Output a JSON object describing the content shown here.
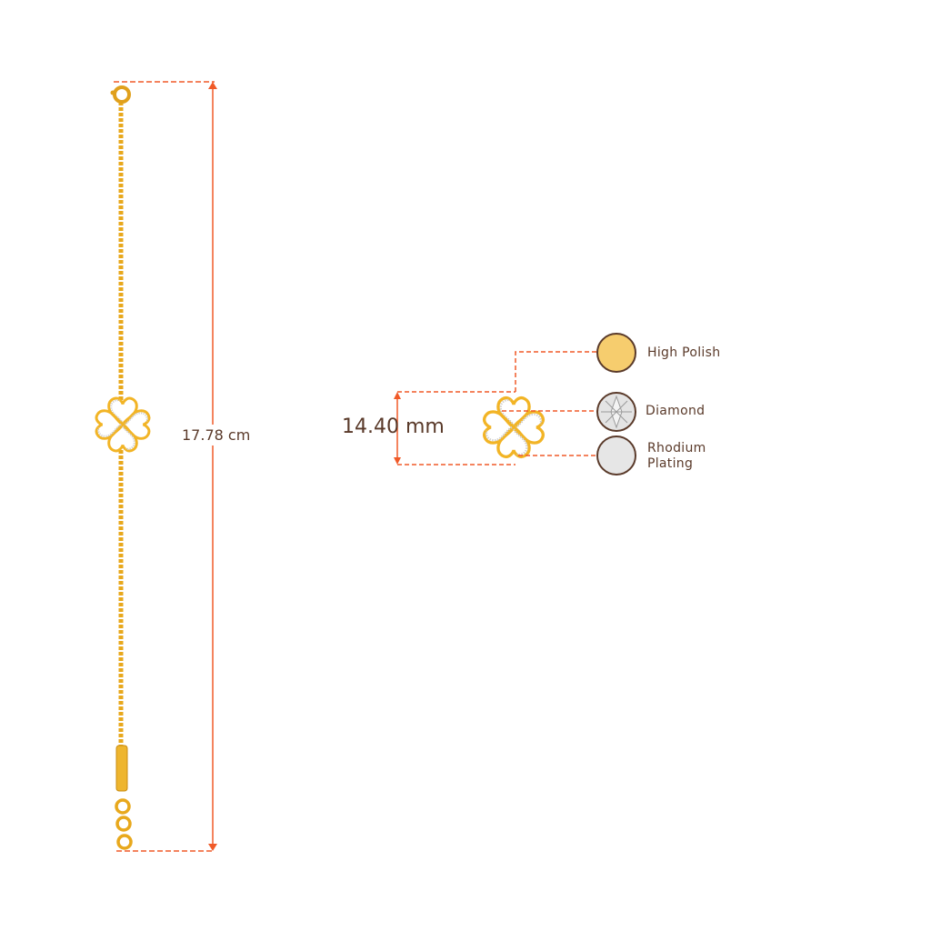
{
  "bracelet_length": "17.78 cm",
  "motif_height": "14.40 mm",
  "legend": [
    {
      "label": "High Polish",
      "color": "#f6cd6e"
    },
    {
      "label": "Diamond",
      "color": "#e0e0e0"
    },
    {
      "label_line1": "Rhodium",
      "label_line2": "Plating",
      "color": "#e6e6e6"
    }
  ],
  "colors": {
    "accent": "#f05a28",
    "gold": "#f2b425",
    "text": "#5a3a2a",
    "swatch_border": "#5a3a2a"
  }
}
